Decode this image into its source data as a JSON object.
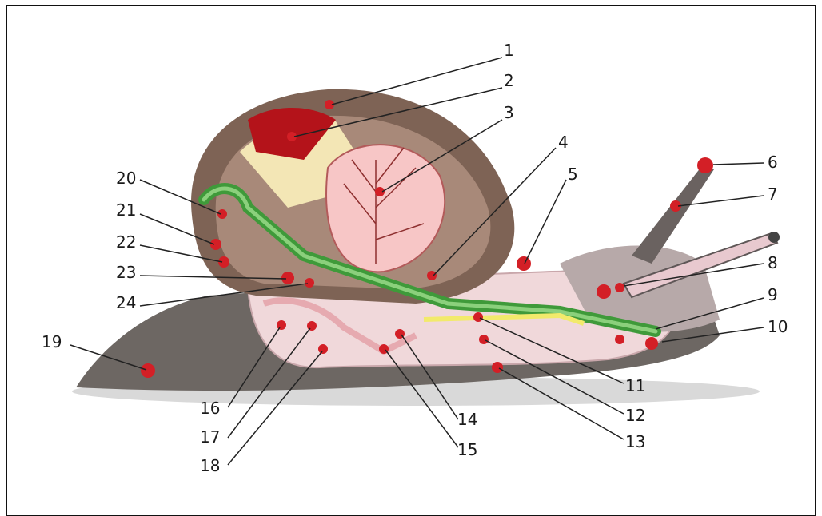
{
  "diagram": {
    "labels": [
      "1",
      "2",
      "3",
      "4",
      "5",
      "6",
      "7",
      "8",
      "9",
      "10",
      "11",
      "12",
      "13",
      "14",
      "15",
      "16",
      "17",
      "18",
      "19",
      "20",
      "21",
      "22",
      "23",
      "24"
    ],
    "colors": {
      "shell_outer": "#8a6a5a",
      "shell_inner": "#b48f7f",
      "foot": "#6f6a66",
      "body_pink": "#f1d5d7",
      "gland_green": "#3f9a3a",
      "marker_red": "#d31f26",
      "lung_pink": "#f7c9c9"
    }
  }
}
